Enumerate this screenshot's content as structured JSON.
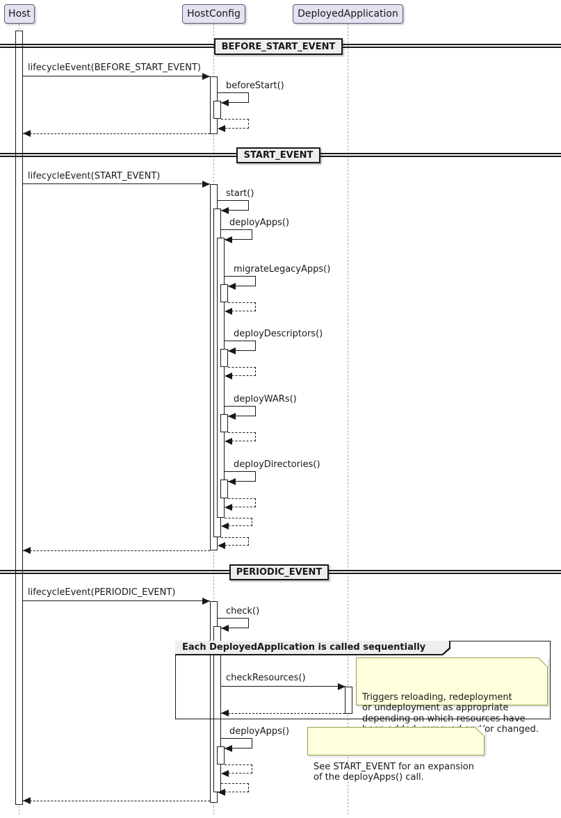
{
  "participants": [
    {
      "name": "Host"
    },
    {
      "name": "HostConfig"
    },
    {
      "name": "DeployedApplication"
    }
  ],
  "dividers": [
    {
      "label": "BEFORE_START_EVENT"
    },
    {
      "label": "START_EVENT"
    },
    {
      "label": "PERIODIC_EVENT"
    }
  ],
  "messages": {
    "lifecycle_before_start": "lifecycleEvent(BEFORE_START_EVENT)",
    "before_start": "beforeStart()",
    "lifecycle_start": "lifecycleEvent(START_EVENT)",
    "start": "start()",
    "deploy_apps": "deployApps()",
    "migrate_legacy_apps": "migrateLegacyApps()",
    "deploy_descriptors": "deployDescriptors()",
    "deploy_wars": "deployWARs()",
    "deploy_directories": "deployDirectories()",
    "lifecycle_periodic": "lifecycleEvent(PERIODIC_EVENT)",
    "check": "check()",
    "check_resources": "checkResources()",
    "deploy_apps_periodic": "deployApps()"
  },
  "group": {
    "label": "Each DeployedApplication is called sequentially"
  },
  "notes": {
    "check_resources": "Triggers reloading, redeployment\nor undeployment as appropriate\ndepending on which resources have\nbeen added, removed and/or changed.",
    "deploy_apps": "See START_EVENT for an expansion\nof the deployApps() call."
  },
  "colors": {
    "participant_fill": "#E2E2F0",
    "participant_border": "#5A5A7A",
    "note_fill": "#FEFFDD",
    "note_border": "#9B9B4D",
    "divider_fill": "#EEEEEE",
    "line": "#181818",
    "lifeline": "#A8A8A8",
    "activation_fill": "#FFFFFF"
  }
}
